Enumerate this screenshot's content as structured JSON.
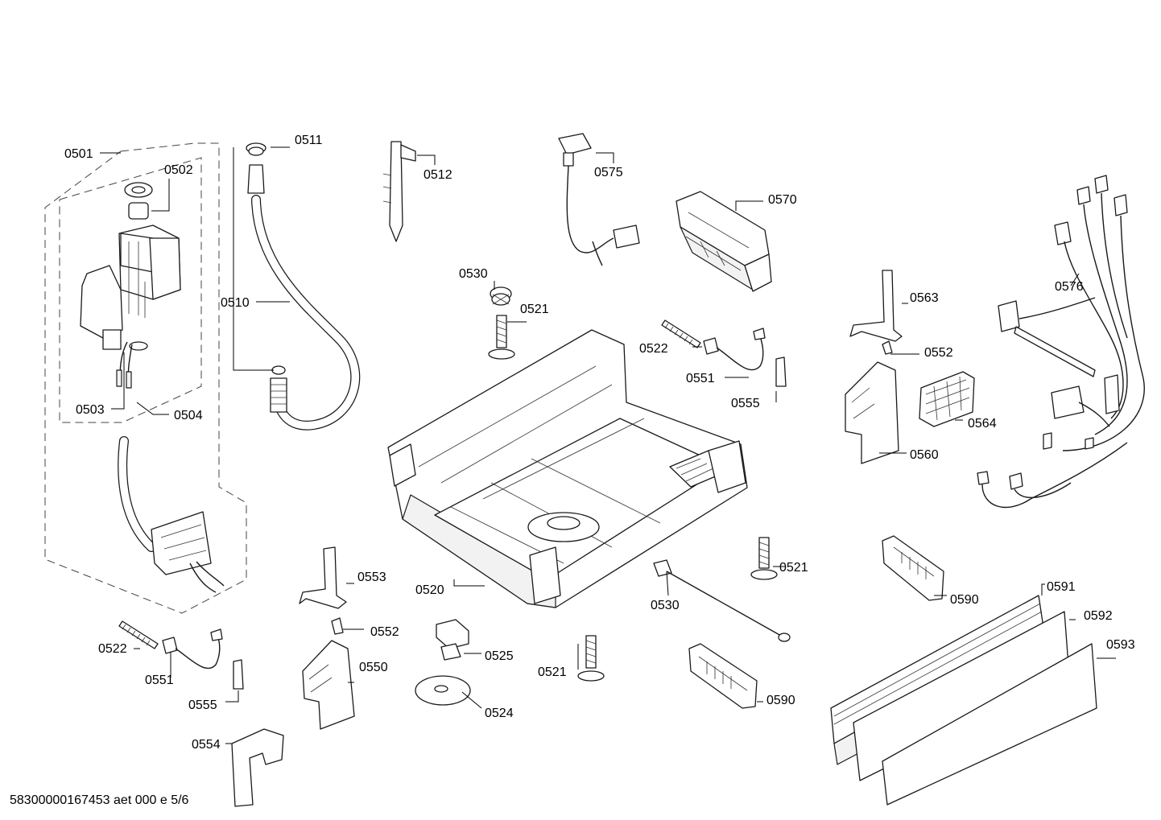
{
  "drawing_code": "58300000167453 aet 000 e 5/6",
  "part_labels": {
    "p0501": "0501",
    "p0502": "0502",
    "p0503": "0503",
    "p0504": "0504",
    "p0510": "0510",
    "p0511": "0511",
    "p0512": "0512",
    "p0520": "0520",
    "p0521a": "0521",
    "p0521b": "0521",
    "p0521c": "0521",
    "p0522a": "0522",
    "p0522b": "0522",
    "p0524": "0524",
    "p0525": "0525",
    "p0530a": "0530",
    "p0530b": "0530",
    "p0550": "0550",
    "p0551a": "0551",
    "p0551b": "0551",
    "p0552a": "0552",
    "p0552b": "0552",
    "p0553": "0553",
    "p0554": "0554",
    "p0555a": "0555",
    "p0555b": "0555",
    "p0560": "0560",
    "p0563": "0563",
    "p0564": "0564",
    "p0570": "0570",
    "p0575": "0575",
    "p0576": "0576",
    "p0590a": "0590",
    "p0590b": "0590",
    "p0591": "0591",
    "p0592": "0592",
    "p0593": "0593"
  }
}
